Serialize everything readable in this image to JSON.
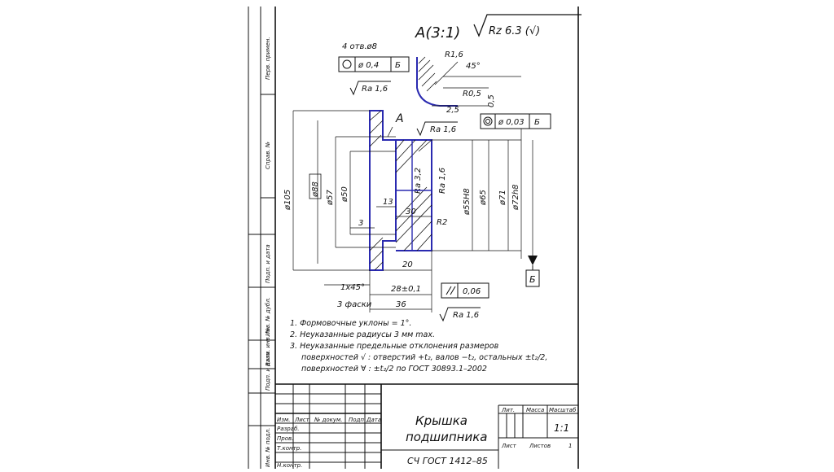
{
  "view": {
    "label": "A(3:1)",
    "roughness_general": "Rz 6.3 (√)"
  },
  "detail_a": {
    "r_top": "R1,6",
    "angle": "45°",
    "r_small": "R0,5",
    "dim_horizontal": "2,5",
    "dim_vertical": "0,5"
  },
  "holes": {
    "count_label": "4 отв.ø8",
    "position_tolerance": "ø 0,4",
    "datum": "Б"
  },
  "runout": {
    "value": "ø 0,03",
    "datum": "Б"
  },
  "section_marker": "A",
  "roughness": {
    "flange": "Ra 1,6",
    "top_bore": "Ra 1,6",
    "bore_a": "Ra 3,2",
    "bore_b": "Ra 1,6",
    "bottom": "Ra 1,6"
  },
  "diameters": {
    "d105": "ø105",
    "d88": "ø88",
    "d57": "ø57",
    "d50": "ø50",
    "d55": "ø55Н8",
    "d65": "ø65",
    "d71": "ø71",
    "d72": "ø72h8"
  },
  "lengths": {
    "l13": "13",
    "l30": "30",
    "l3": "3",
    "l20": "20",
    "l28": "28±0,1",
    "l36": "36",
    "chamfer": "1x45°",
    "chamfer_note": "3 фаски",
    "r2": "R2"
  },
  "parallelism": {
    "value": "0,06"
  },
  "datum_b": "Б",
  "notes": [
    "1. Формовочные уклоны = 1°.",
    "2. Неуказанные радиусы 3 мм max.",
    "3. Неуказанные предельные отклонения размеров",
    "поверхностей √ : отверстий +t₂, валов −t₂, остальных ±t₂/2,",
    "поверхностей ∀ : ±t₂/2 по ГОСТ 30893.1–2002"
  ],
  "margin_labels": [
    "Перв. примен.",
    "Справ. №",
    "Подп. и дата",
    "Инв. № дубл.",
    "Взам. инв. №",
    "Подп. и дата",
    "Инв. № подл."
  ],
  "title_block": {
    "title_line1": "Крышка",
    "title_line2": "подшипника",
    "material": "СЧ ГОСТ 1412–85",
    "col_headers": [
      "Изм.",
      "Лист",
      "№ докум.",
      "Подп.",
      "Дата"
    ],
    "roles": [
      "Разраб.",
      "Пров.",
      "Т.контр.",
      "",
      "Н.контр."
    ],
    "lit_label": "Лит.",
    "mass_label": "Масса",
    "scale_label": "Масштаб",
    "scale_value": "1:1",
    "sheet_label": "Лист",
    "sheets_label": "Листов",
    "sheets_value": "1"
  }
}
